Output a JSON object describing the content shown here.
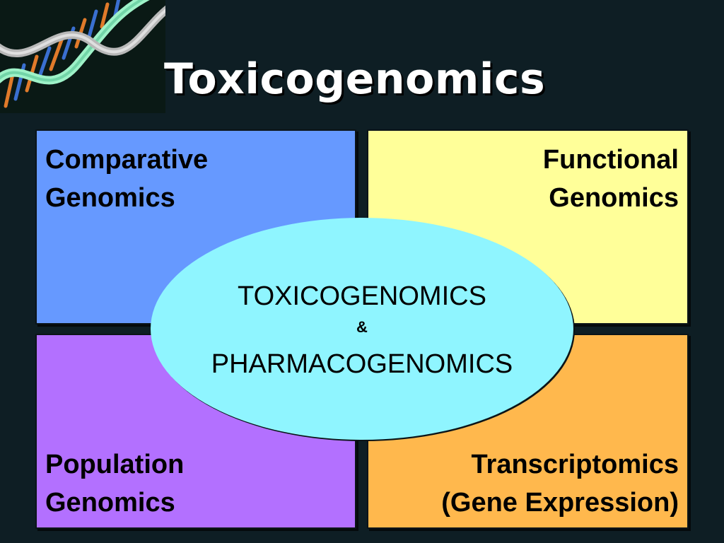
{
  "slide": {
    "title": "Toxicogenomics",
    "image": {
      "icon": "dna-helix-icon"
    },
    "quadrants": {
      "top_left": {
        "line1": "Comparative",
        "line2": "Genomics",
        "color": "#6699ff"
      },
      "top_right": {
        "line1": "Functional",
        "line2": "Genomics",
        "color": "#ffff99"
      },
      "bottom_left": {
        "line1": "Population",
        "line2": "Genomics",
        "color": "#b370ff"
      },
      "bottom_right": {
        "line1": "Transcriptomics",
        "line2": "(Gene Expression)",
        "color": "#ffb84d"
      }
    },
    "center": {
      "line1": "TOXICOGENOMICS",
      "ampersand": "&",
      "line3": "PHARMACOGENOMICS",
      "color": "#8ff5ff"
    },
    "background_color": "#0e1e24"
  }
}
